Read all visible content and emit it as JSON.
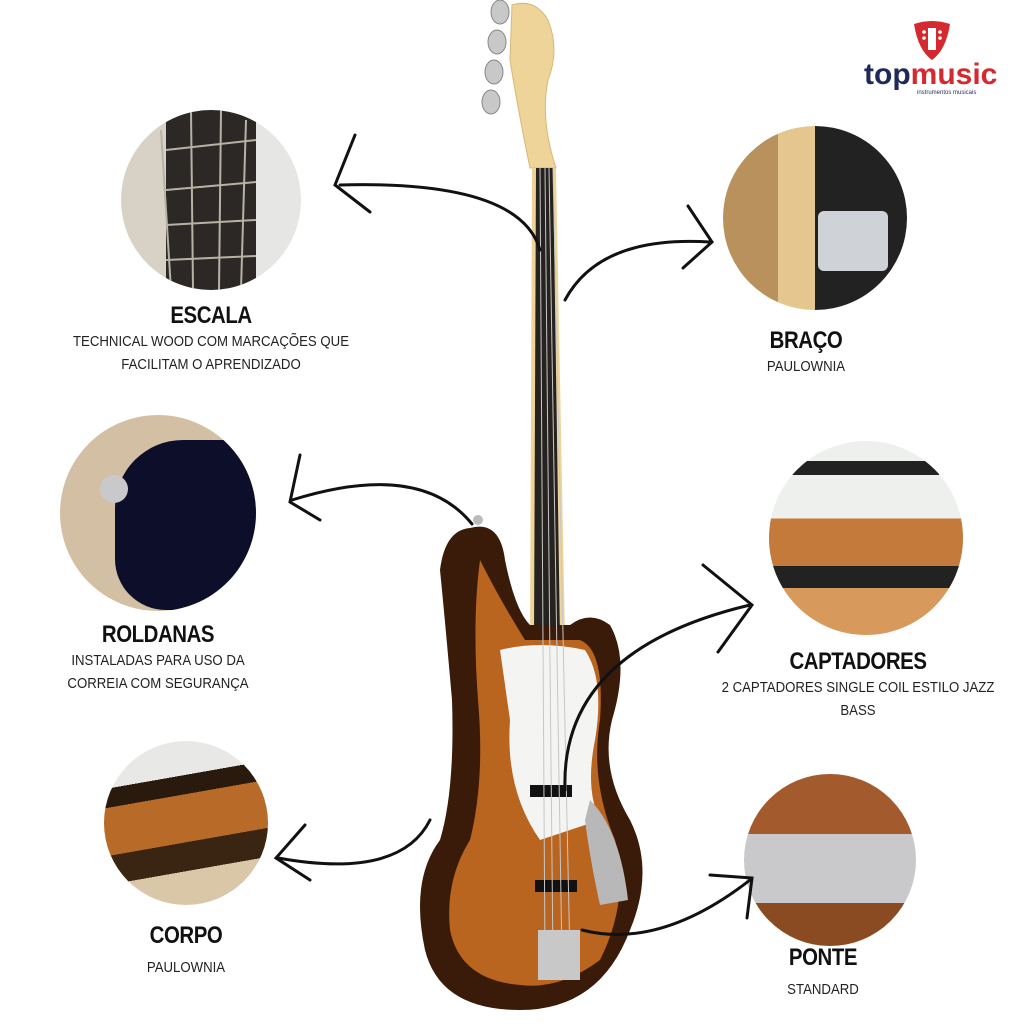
{
  "brand": {
    "name_part1": "top",
    "name_part2": "music",
    "tagline": "instrumentos musicais",
    "color_dark": "#1f2a5a",
    "color_red": "#d42a2f"
  },
  "features": [
    {
      "id": "escala",
      "title": "ESCALA",
      "lines": [
        "TECHNICAL WOOD COM MARCAÇÕES QUE",
        "FACILITAM O APRENDIZADO"
      ]
    },
    {
      "id": "braco",
      "title": "BRAÇO",
      "lines": [
        "PAULOWNIA"
      ]
    },
    {
      "id": "roldanas",
      "title": "ROLDANAS",
      "lines": [
        "INSTALADAS PARA USO DA",
        "CORREIA COM SEGURANÇA"
      ]
    },
    {
      "id": "captadores",
      "title": "CAPTADORES",
      "lines": [
        "2 CAPTADORES SINGLE COIL ESTILO JAZZ",
        "BASS"
      ]
    },
    {
      "id": "corpo",
      "title": "CORPO",
      "lines": [
        "PAULOWNIA"
      ]
    },
    {
      "id": "ponte",
      "title": "PONTE",
      "lines": [
        "STANDARD"
      ]
    }
  ]
}
